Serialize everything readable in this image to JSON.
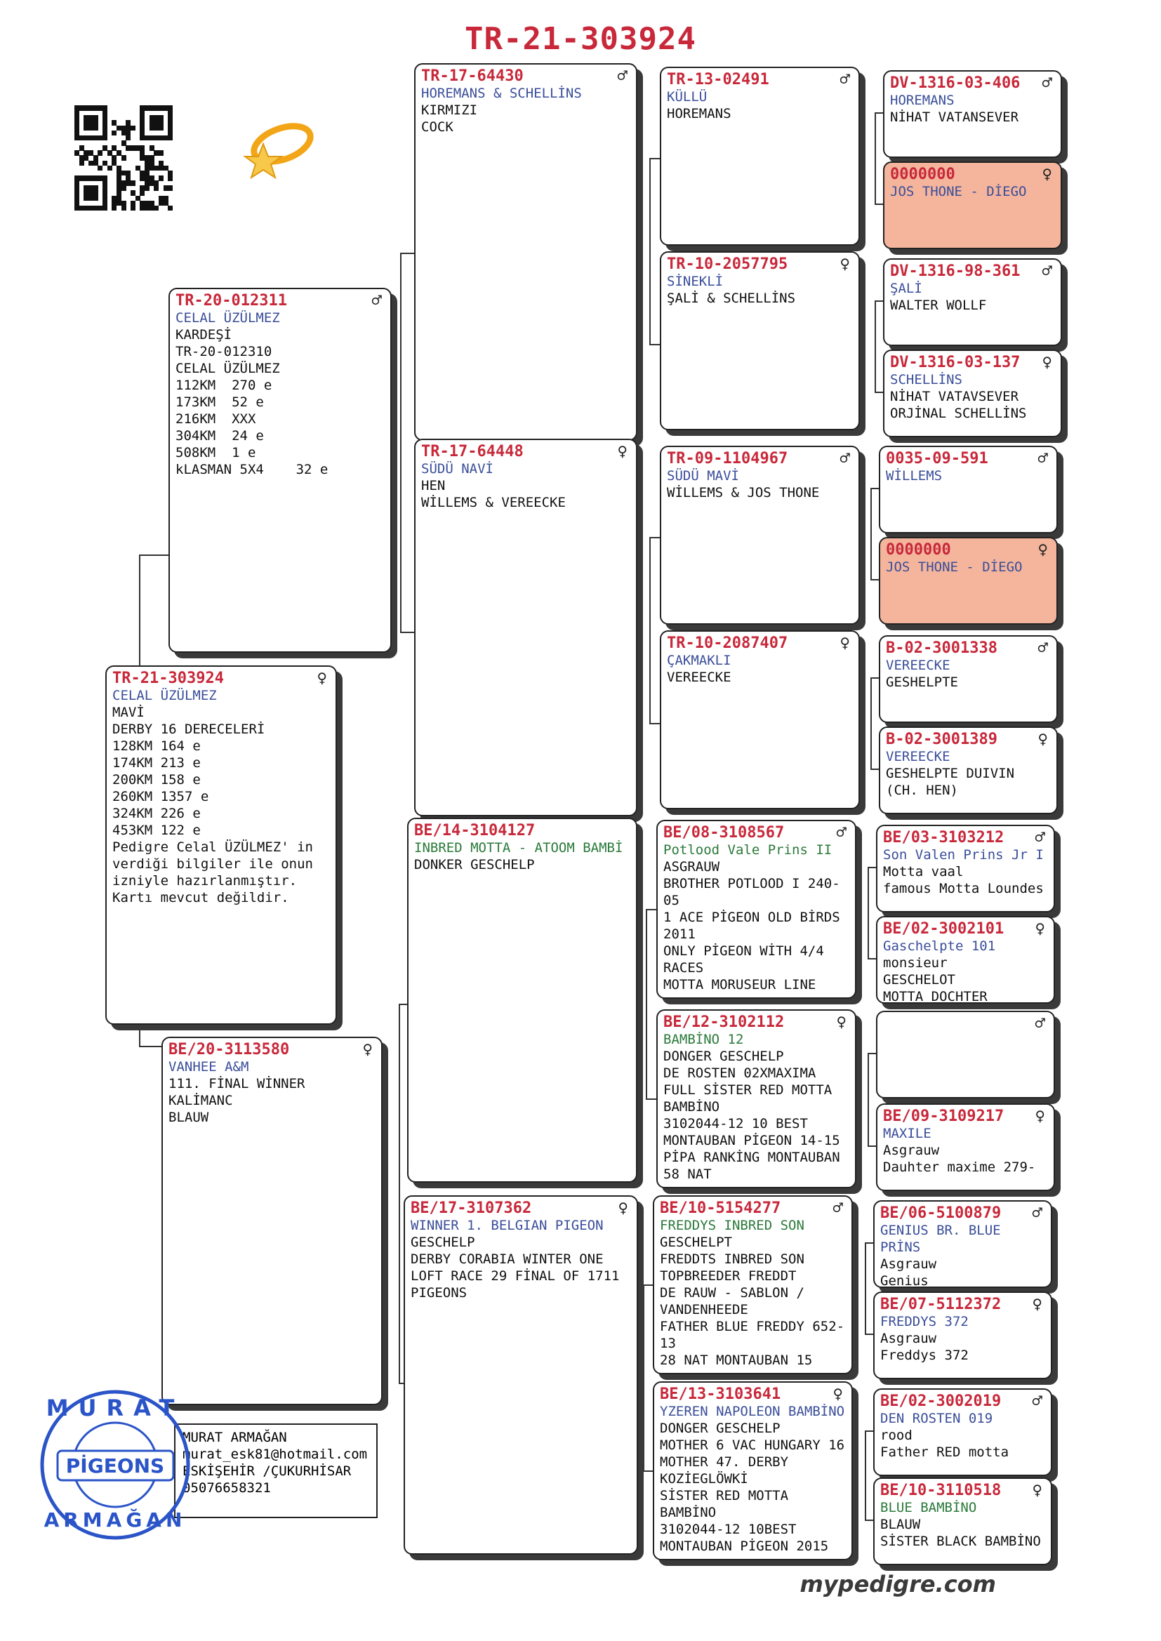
{
  "title": "TR-21-303924",
  "footer": "mypedigre.com",
  "colors": {
    "ring": "#c8283a",
    "name": "#3a4e9a",
    "orange_box": "#f4b59c"
  },
  "icons": {
    "qr": "qr-code-icon",
    "star": "glowing-star-icon",
    "stamp": "murat-pigeons-stamp"
  },
  "stamp": {
    "top": "MURAT",
    "middle": "PİGEONS",
    "bottom": "ARMAĞAN"
  },
  "contact": [
    "MURAT ARMAĞAN",
    "murat_esk81@hotmail.com",
    "ESKİŞEHİR /ÇUKURHİSAR",
    "05076658321"
  ],
  "main": {
    "ring": "TR-21-303924",
    "sex": "♀",
    "lines": [
      "CELAL ÜZÜLMEZ",
      "MAVİ",
      "DERBY 16 DERECELERİ",
      "128KM 164 e",
      "174KM 213 e",
      "200KM 158 e",
      "260KM 1357 e",
      "324KM 226 e",
      "453KM 122 e",
      "Pedigre Celal ÜZÜLMEZ' in verdiği bilgiler ile onun izniyle hazırlanmıştır. Kartı mevcut değildir."
    ]
  },
  "sire": {
    "ring": "TR-20-012311",
    "sex": "♂",
    "lines": [
      "CELAL ÜZÜLMEZ",
      "KARDEŞİ",
      "TR-20-012310",
      "CELAL ÜZÜLMEZ",
      "112KM  270 e",
      "173KM  52 e",
      "216KM  XXX",
      "304KM  24 e",
      "508KM  1 e",
      "kLASMAN 5X4    32 e"
    ]
  },
  "dam": {
    "ring": "BE/20-3113580",
    "sex": "♀",
    "lines": [
      "VANHEE A&M",
      "111. FİNAL WİNNER KALİMANC",
      "BLAUW"
    ]
  },
  "gen3": [
    {
      "ring": "TR-17-64430",
      "sex": "♂",
      "lines": [
        "HOREMANS & SCHELLİNS",
        "KIRMIZI",
        "COCK"
      ]
    },
    {
      "ring": "TR-17-64448",
      "sex": "♀",
      "lines": [
        "SÜDÜ NAVİ",
        "HEN",
        "WİLLEMS & VEREECKE"
      ]
    },
    {
      "ring": "BE/14-3104127",
      "sex": "",
      "lines": [
        "INBRED MOTTA - ATOOM BAMBİ",
        "DONKER GESCHELP"
      ]
    },
    {
      "ring": "BE/17-3107362",
      "sex": "♀",
      "lines": [
        "WINNER 1. BELGIAN PIGEON",
        "GESCHELP",
        "DERBY CORABIA WINTER ONE LOFT RACE 29 FİNAL OF 1711 PIGEONS"
      ]
    }
  ],
  "gen4": [
    {
      "ring": "TR-13-02491",
      "sex": "♂",
      "lines": [
        "KÜLLÜ",
        "HOREMANS"
      ]
    },
    {
      "ring": "TR-10-2057795",
      "sex": "♀",
      "lines": [
        "SİNEKLİ",
        "ŞALİ & SCHELLİNS"
      ]
    },
    {
      "ring": "TR-09-1104967",
      "sex": "♂",
      "lines": [
        "SÜDÜ MAVİ",
        "WİLLEMS & JOS THONE"
      ]
    },
    {
      "ring": "TR-10-2087407",
      "sex": "♀",
      "lines": [
        "ÇAKMAKLI",
        "VEREECKE"
      ]
    },
    {
      "ring": "BE/08-3108567",
      "sex": "♂",
      "lines": [
        "Potlood Vale Prins II",
        "ASGRAUW",
        "BROTHER POTLOOD I 240-05",
        "1 ACE PİGEON OLD BİRDS 2011",
        "ONLY PİGEON WİTH 4/4 RACES",
        "MOTTA MORUSEUR LINE"
      ]
    },
    {
      "ring": "BE/12-3102112",
      "sex": "♀",
      "lines": [
        "BAMBİNO 12",
        "DONGER GESCHELP",
        "DE ROSTEN 02XMAXIMA FULL SİSTER RED MOTTA BAMBİNO",
        "3102044-12 10 BEST MONTAUBAN PİGEON 14-15 PİPA RANKİNG MONTAUBAN",
        "58 NAT"
      ]
    },
    {
      "ring": "BE/10-5154277",
      "sex": "♂",
      "lines": [
        "FREDDYS INBRED SON",
        "GESCHELPT",
        "FREDDTS INBRED SON TOPBREEDER FREDDT",
        "DE RAUW - SABLON / VANDENHEEDE",
        "FATHER BLUE FREDDY 652-13",
        "28 NAT MONTAUBAN 15"
      ]
    },
    {
      "ring": "BE/13-3103641",
      "sex": "♀",
      "lines": [
        "YZEREN NAPOLEON BAMBİNO",
        "DONGER GESCHELP",
        "MOTHER 6 VAC HUNGARY 16 MOTHER 47. DERBY KOZİEGLÖWKİ",
        "SİSTER RED MOTTA BAMBİNO",
        "3102044-12 10BEST MONTAUBAN PİGEON 2015"
      ]
    }
  ],
  "gen5": [
    {
      "ring": "DV-1316-03-406",
      "sex": "♂",
      "lines": [
        "HOREMANS",
        "NİHAT VATANSEVER"
      ]
    },
    {
      "ring": "0000000",
      "sex": "♀",
      "lines": [
        "JOS THONE - DİEGO"
      ]
    },
    {
      "ring": "DV-1316-98-361",
      "sex": "♂",
      "lines": [
        "ŞALİ",
        "WALTER WOLLF"
      ]
    },
    {
      "ring": "DV-1316-03-137",
      "sex": "♀",
      "lines": [
        "SCHELLİNS",
        "NİHAT VATAVSEVER",
        "ORJİNAL SCHELLİNS"
      ]
    },
    {
      "ring": "0035-09-591",
      "sex": "♂",
      "lines": [
        "WİLLEMS"
      ]
    },
    {
      "ring": "0000000",
      "sex": "♀",
      "lines": [
        "JOS THONE - DİEGO"
      ]
    },
    {
      "ring": "B-02-3001338",
      "sex": "♂",
      "lines": [
        "VEREECKE",
        "GESHELPTE"
      ]
    },
    {
      "ring": "B-02-3001389",
      "sex": "♀",
      "lines": [
        "VEREECKE",
        "GESHELPTE DUIVIN",
        "(CH. HEN)"
      ]
    },
    {
      "ring": "BE/03-3103212",
      "sex": "♂",
      "lines": [
        "Son Valen Prins Jr I",
        "Motta vaal",
        "famous Motta Loundes"
      ]
    },
    {
      "ring": "BE/02-3002101",
      "sex": "♀",
      "lines": [
        "Gaschelpte 101",
        "monsieur",
        "GESCHELOT",
        "MOTTA DOCHTER"
      ]
    },
    {
      "ring": "",
      "sex": "♂",
      "lines": []
    },
    {
      "ring": "BE/09-3109217",
      "sex": "♀",
      "lines": [
        "MAXILE",
        "Asgrauw",
        "Dauhter maxime 279-"
      ]
    },
    {
      "ring": "BE/06-5100879",
      "sex": "♂",
      "lines": [
        "GENIUS BR. BLUE PRİNS",
        "Asgrauw",
        "Genius"
      ]
    },
    {
      "ring": "BE/07-5112372",
      "sex": "♀",
      "lines": [
        "FREDDYS 372",
        "Asgrauw",
        "Freddys 372"
      ]
    },
    {
      "ring": "BE/02-3002019",
      "sex": "♂",
      "lines": [
        "DEN ROSTEN 019",
        "rood",
        "Father RED motta"
      ]
    },
    {
      "ring": "BE/10-3110518",
      "sex": "♀",
      "lines": [
        "BLUE BAMBİNO",
        "BLAUW",
        "SİSTER BLACK BAMBİNO"
      ]
    }
  ]
}
